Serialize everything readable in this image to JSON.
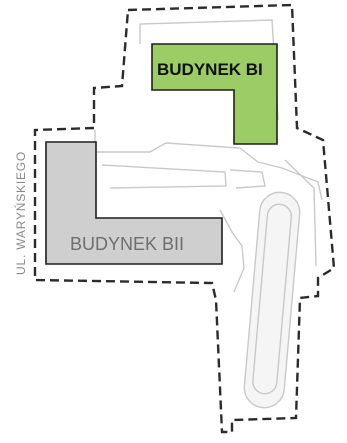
{
  "buildings": {
    "bi": {
      "label": "BUDYNEK BI",
      "fill": "#9ccc65"
    },
    "bii": {
      "label": "BUDYNEK BII",
      "fill": "#cfcfcf"
    }
  },
  "street": {
    "label": "UL. WARYŃSKIEGO"
  },
  "colors": {
    "boundary": "#2b2b2b",
    "paths": "#c9c9c9",
    "background": "#ffffff"
  }
}
